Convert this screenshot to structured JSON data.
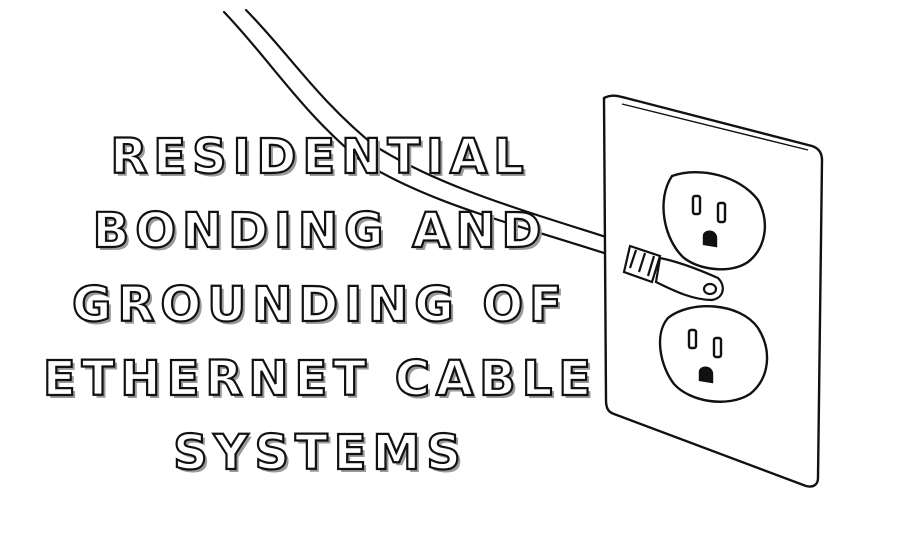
{
  "title": {
    "lines": [
      "RESIDENTIAL",
      "BONDING AND",
      "GROUNDING OF",
      "ETHERNET CABLE",
      "SYSTEMS"
    ]
  },
  "colors": {
    "background": "#ffffff",
    "ink": "#111111",
    "shadow": "#9a9a9a"
  },
  "illustration": {
    "objects": [
      "ground-wire-cable",
      "ring-terminal",
      "wall-outlet-plate",
      "duplex-receptacle"
    ]
  }
}
